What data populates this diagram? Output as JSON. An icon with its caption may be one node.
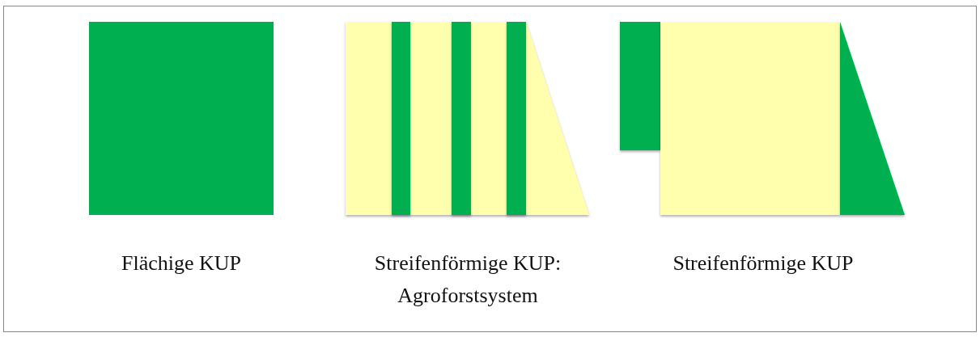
{
  "diagram": {
    "nodes": [
      {
        "text": [],
        "shape": "box",
        "beside": [
          "Flächige KUP"
        ]
      },
      {
        "text": [],
        "shape": "box",
        "beside": [
          "Streifenförmige KUP: Agroforstsystem"
        ]
      },
      {
        "text": [],
        "shape": "box",
        "beside": [
          "Streifenförmige KUP"
        ]
      }
    ]
  }
}
